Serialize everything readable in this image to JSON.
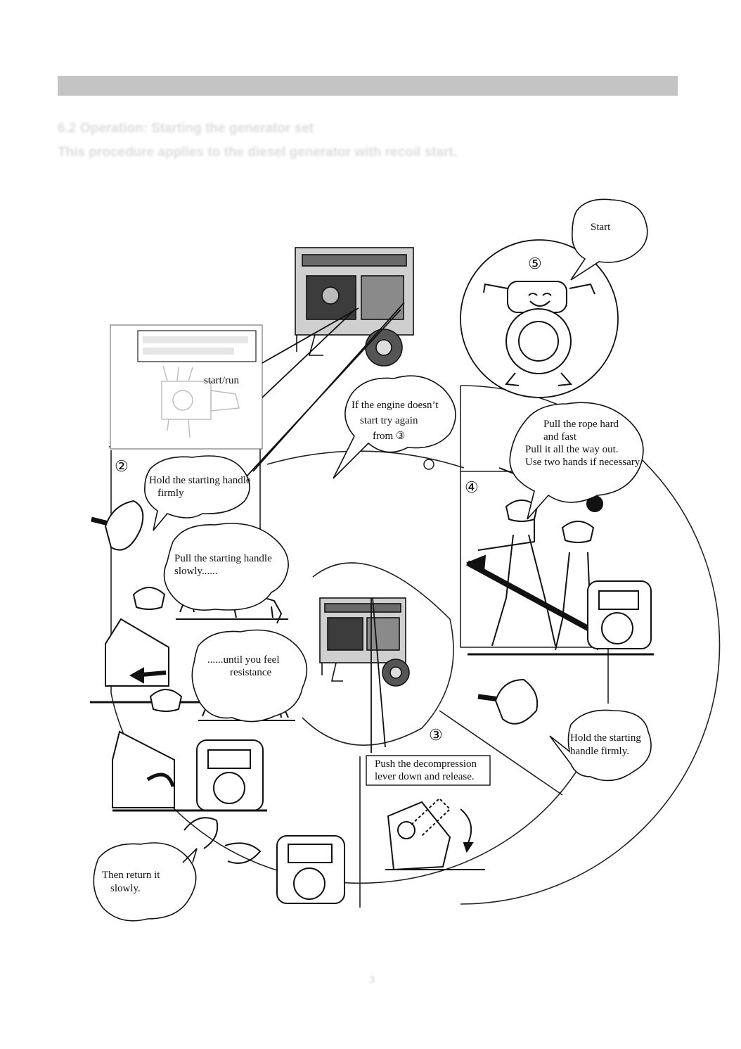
{
  "header": {
    "section_heading": "6.2 Operation: Starting the generator set",
    "section_note": "This procedure applies to the diesel generator with recoil start."
  },
  "diagram": {
    "switch_label": "start/run",
    "steps": {
      "step2": {
        "number": "②",
        "hold_bubble": [
          "Hold the starting handle",
          "firmly"
        ],
        "pull_slow_bubble": [
          "Pull the starting handle",
          "slowly......"
        ],
        "resistance_bubble": [
          "......until you feel",
          "resistance"
        ],
        "return_bubble": [
          "Then return it",
          "slowly."
        ]
      },
      "step3": {
        "number": "③",
        "box": [
          "Push the decompression",
          "lever down and release."
        ]
      },
      "step4": {
        "number": "④",
        "pull_bubble": [
          "Pull the rope hard",
          "and fast",
          "Pull it all the way out.",
          "Use two hands if necessary."
        ],
        "hold_bubble": [
          "Hold the starting",
          "handle firmly."
        ]
      },
      "step5": {
        "number": "⑤",
        "start_bubble": "Start"
      },
      "retry_bubble": [
        "If the engine doesn’t",
        "start try again",
        "from ③"
      ]
    }
  },
  "footer": {
    "page_number": "3"
  }
}
